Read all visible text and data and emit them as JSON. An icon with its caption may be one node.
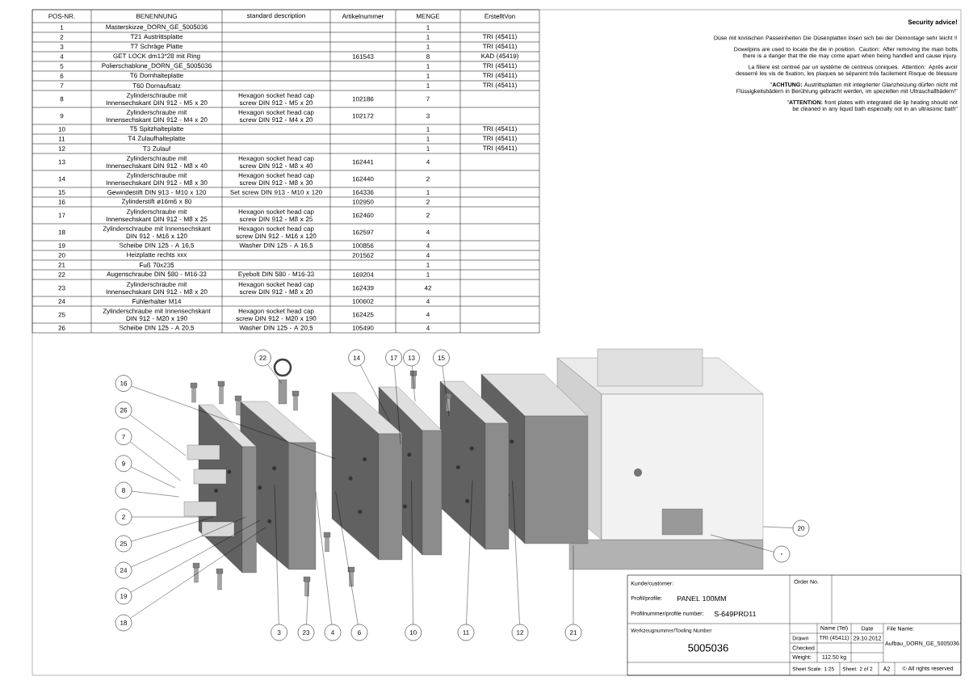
{
  "diagram": {
    "nodes": [
      {
        "text": [
          "22"
        ]
      },
      {
        "text": [
          "14"
        ]
      },
      {
        "text": [
          "17"
        ]
      },
      {
        "text": [
          "13"
        ]
      },
      {
        "text": [
          "15"
        ]
      },
      {
        "text": [
          "16"
        ]
      },
      {
        "text": [
          "26"
        ]
      },
      {
        "text": [
          "7"
        ]
      },
      {
        "text": [
          "9"
        ]
      },
      {
        "text": [
          "8"
        ]
      },
      {
        "text": [
          "2"
        ]
      },
      {
        "text": [
          "25"
        ]
      },
      {
        "text": [
          "24"
        ]
      },
      {
        "text": [
          "19"
        ]
      },
      {
        "text": [
          "18"
        ]
      },
      {
        "text": [
          "3"
        ]
      },
      {
        "text": [
          "23"
        ]
      },
      {
        "text": [
          "4"
        ]
      },
      {
        "text": [
          "6"
        ]
      },
      {
        "text": [
          "10"
        ]
      },
      {
        "text": [
          "11"
        ]
      },
      {
        "text": [
          "12"
        ]
      },
      {
        "text": [
          "21"
        ]
      },
      {
        "text": [
          "20"
        ]
      },
      {
        "text": [],
        "shape": "circle"
      }
    ],
    "edges": [
      {
        "from": 0,
        "to": null,
        "arrow": "none"
      },
      {
        "from": 1,
        "to": null,
        "arrow": "none"
      },
      {
        "from": 2,
        "to": null,
        "arrow": "none"
      },
      {
        "from": 3,
        "to": null,
        "arrow": "none"
      },
      {
        "from": 4,
        "to": null,
        "arrow": "none"
      },
      {
        "from": 5,
        "to": null,
        "arrow": "none"
      },
      {
        "from": 6,
        "to": null,
        "arrow": "none"
      },
      {
        "from": 7,
        "to": null,
        "arrow": "none"
      },
      {
        "from": 8,
        "to": null,
        "arrow": "none"
      },
      {
        "from": 9,
        "to": null,
        "arrow": "none"
      },
      {
        "from": 10,
        "to": null,
        "arrow": "none"
      },
      {
        "from": 11,
        "to": null,
        "arrow": "none"
      },
      {
        "from": 12,
        "to": null,
        "arrow": "none"
      },
      {
        "from": 13,
        "to": null,
        "arrow": "none"
      },
      {
        "from": 14,
        "to": null,
        "arrow": "none"
      },
      {
        "from": 15,
        "to": null,
        "arrow": "none"
      },
      {
        "from": 16,
        "to": null,
        "arrow": "none"
      },
      {
        "from": 17,
        "to": null,
        "arrow": "none"
      },
      {
        "from": 18,
        "to": null,
        "arrow": "none"
      },
      {
        "from": 19,
        "to": null,
        "arrow": "none"
      },
      {
        "from": 20,
        "to": null,
        "arrow": "none"
      },
      {
        "from": 21,
        "to": null,
        "arrow": "none"
      },
      {
        "from": 22,
        "to": null,
        "arrow": "none"
      },
      {
        "from": 23,
        "to": null,
        "arrow": "none"
      },
      {
        "from": 24,
        "to": null,
        "arrow": "none"
      }
    ],
    "labels": [
      "POS-NR.",
      "BENENNUNG",
      "standard description",
      "Artikelnummer",
      "MENGE",
      "ErstelltVon",
      "1",
      "Masterskizze_DORN_GE_5005036",
      "1",
      "2",
      "T21 Austrittsplatte",
      "1",
      "TRI (45411)",
      "3",
      "T7 Schräge Platte",
      "1",
      "TRI (45411)",
      "4",
      "GET LOCK dm13*28 mit Ring",
      "161543",
      "8",
      "KAD (45419)",
      "5",
      "Polierschablone_DORN_GE_5005036",
      "1",
      "TRI (45411)",
      "6",
      "T6 Dornhalteplatte",
      "1",
      "TRI (45411)",
      "7",
      "T60 Dornaufsatz",
      "1",
      "TRI (45411)",
      "8",
      "Zylinderschraube mit Innensechskant DIN 912 - M5 x 20",
      "Hexagon socket head cap screw DIN 912 - M5 x 20",
      "102186",
      "7",
      "9",
      "Zylinderschraube mit Innensechskant DIN 912 - M4 x 20",
      "Hexagon socket head cap screw DIN 912 - M4 x 20",
      "102172",
      "3",
      "10",
      "T5 Spitzhalteplatte",
      "1",
      "TRI (45411)",
      "11",
      "T4 Zulaufhalteplatte",
      "1",
      "TRI (45411)",
      "12",
      "T3 Zulauf",
      "1",
      "TRI (45411)",
      "13",
      "Zylinderschraube mit Innensechskant DIN 912 - M8 x 40",
      "Hexagon socket head cap screw DIN 912 - M8 x 40",
      "162441",
      "4",
      "14",
      "Zylinderschraube mit Innensechskant DIN 912 - M8 x 30",
      "Hexagon socket head cap screw DIN 912 - M8 x 30",
      "162440",
      "2",
      "15",
      "Gewindestift DIN 913 - M10 x 120",
      "Set screw DIN 913 - M10 x 120",
      "164336",
      "1",
      "16",
      "Zylinderstift ø16m6 x 80",
      "102950",
      "2",
      "17",
      "Zylinderschraube mit Innensechskant DIN 912 - M8 x 25",
      "Hexagon socket head cap screw DIN 912 - M8 x 25",
      "162460",
      "2",
      "18",
      "Zylinderschraube mit Innensechskant DIN 912 - M16 x 120",
      "Hexagon socket head cap screw DIN 912 - M16 x 120",
      "162597",
      "4",
      "19",
      "Scheibe DIN 125 - A 16,5",
      "Washer DIN 125 - A 16,5",
      "100856",
      "4",
      "20",
      "Heizplatte rechts xxx",
      "201562",
      "4",
      "21",
      "Fuß 70x235",
      "1",
      "22",
      "Augenschraube DIN 580 - M16-33",
      "Eyebolt DIN 580 - M16-33",
      "169204",
      "1",
      "23",
      "Zylinderschraube mit Innensechskant DIN 912 - M8 x 20",
      "Hexagon socket head cap screw DIN 912 - M8 x 20",
      "162439",
      "42",
      "24",
      "Fühlerhalter M14",
      "100602",
      "4",
      "25",
      "Zylinderschraube mit Innensechskant DIN 912 - M20 x 190",
      "Hexagon socket head cap screw DIN 912 - M20 x 190",
      "162425",
      "4",
      "26",
      "Scheibe DIN 125 - A 20,5",
      "Washer DIN 125 - A 20,5",
      "105490",
      "4",
      "Security advice!",
      "Düse mit konischen Passeinheiten Die Düsenplatten lösen sich bei der Demontage sehr leicht !!",
      "Dowelpins are used to locate the die in position. Caution: After removing the main bolts there is a danger that the die may come apart when being handled and cause injury.",
      "La filiere est centreé par un systéme de centreus coniques. Attention: Aprés avoir desserré les vis de fixation, les plaques se séparent trés facilement Risque de blessure",
      "\"**ACHTUNG:** Austrittsplatten mit integrierter Glanzheizung dürfen nicht mit Flüssigkeitsbädern in Berührung gebracht werden, im speziellen mit Ultraschallbädern!\"",
      "\"**ATTENTION:** front plates with integrated die lip heating should not be cleaned in any liquid bath especially not in an ultrasonic bath\"",
      "Kunde/customer:",
      "Profil/profile:",
      "PANEL 100MM",
      "Profilnummer/profile number:",
      "S-649PRD11",
      "Order No.",
      "Werkzeugnummer/Tooling Number",
      "5005036",
      "Name (Tel)",
      "Date",
      "File Name:",
      "Drawn",
      "TRI (45411)",
      "29.10.2012",
      "Aufbau_DORN_GE_5005036",
      "Checked",
      "Weight:",
      "112.50 kg",
      "Sheet Scale: 1:25",
      "Sheet: 2 of 2",
      "A2",
      "© All rights reserved"
    ]
  }
}
